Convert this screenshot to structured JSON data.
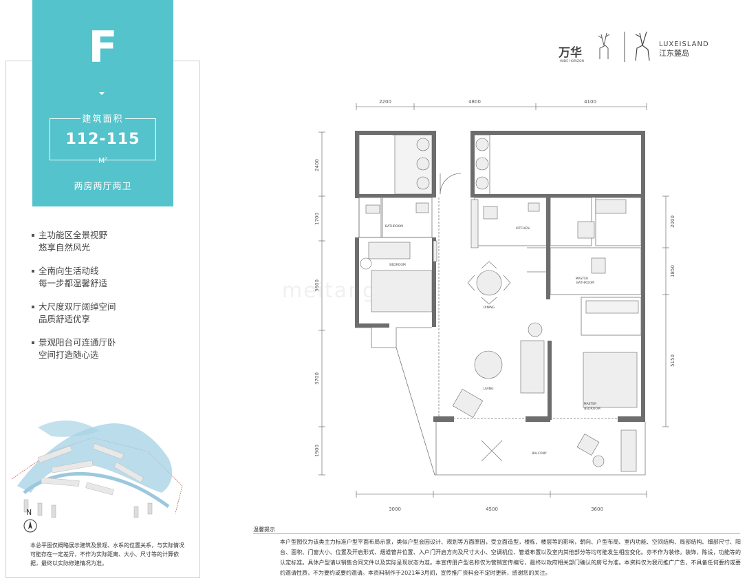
{
  "unit": {
    "type_letter": "F",
    "area_label": "建筑面积",
    "area_value": "112-115",
    "area_unit": "M",
    "area_unit_sup": "2",
    "layout": "两房两厅两卫"
  },
  "features": [
    {
      "line1": "主功能区全景视野",
      "line2": "悠享自然风光"
    },
    {
      "line1": "全南向生活动线",
      "line2": "每一步都温馨舒适"
    },
    {
      "line1": "大尺度双厅阔绰空间",
      "line2": "品质舒适优享"
    },
    {
      "line1": "景观阳台可连通厅卧",
      "line2": "空间打造随心选"
    }
  ],
  "north_label": "N",
  "map_note": "本总平图仅概略展示建筑及景观、水系的位置关系，与实际情况可能存在一定差异，不作为实际距离、大小、尺寸等的计算依据，最终以实际修建情况为准。",
  "logos": {
    "brand1_cn": "万华",
    "brand1_en": "WIDE HORIZON",
    "brand2_en": "LUXEISLAND",
    "brand2_cn": "江东麓岛"
  },
  "plan": {
    "dims_top": [
      "2200",
      "4800",
      "4100"
    ],
    "dims_bottom": [
      "3000",
      "4500",
      "3600"
    ],
    "dims_left": [
      "2400",
      "1700",
      "3600",
      "3700",
      "1900"
    ],
    "dims_right": [
      "2000",
      "1850",
      "5150"
    ],
    "rooms": {
      "bathroom": "BATHROOM",
      "kitchen": "KITCHEN",
      "bedroom": "BEDROOM",
      "dining": "DINING",
      "master_bathroom": "MASTER BATHROOM",
      "living": "LIVING",
      "master_bedroom_1": "MASTER",
      "master_bedroom_2": "BEDROOM",
      "balcony": "BALCONY"
    }
  },
  "watermark": "meitang.com",
  "notice_title": "温馨提示",
  "notice_text": "本户型图仅为该类主力标准户型平面布局示意，类似户型会因设计、规划等方面原因，受立面造型，楼栋、楼层等的影响，朝向、户型布局、室内功能、空间结构、局部结构、细部尺寸、阳台、面积、门窗大小、位置及开启形式、烟道管井位置、入户门开启方向及尺寸大小、空调机位、管道布置以及室内其他部分等均可能发生相应变化。亦不作为装修。装饰，陈设，功能等的认定标准。具体户型请以销售合同文件以及实际呈现状态为准。本宣传册户型名称仅为营销宣传编号，最终以政府相关部门确认的房号为准。本资料仅为我司推广广告，不具备任何要约或要约邀请性质，不为要约或要约邀请。本资料制作于2021年3月间，宣传推广资料会不定时更新，感谢您的关注。"
}
